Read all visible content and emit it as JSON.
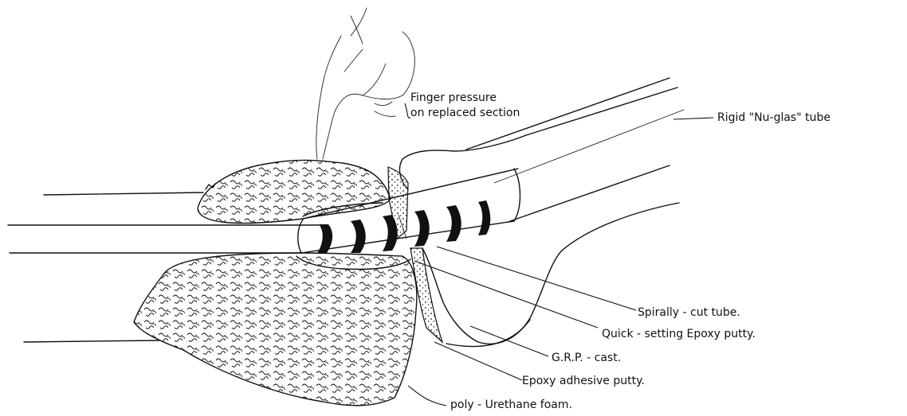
{
  "labels": {
    "finger_line1": "Finger pressure",
    "finger_line2": "on replaced section",
    "rigid_tube": "Rigid \"Nu-glas\" tube",
    "spiral_tube": "Spirally - cut tube.",
    "quick_epoxy": "Quick - setting Epoxy putty.",
    "grp_cast": "G.R.P. - cast.",
    "epoxy_adhesive": "Epoxy adhesive putty.",
    "foam": "poly - Urethane foam."
  },
  "colors": {
    "ink": "#111111",
    "background": "#ffffff"
  }
}
